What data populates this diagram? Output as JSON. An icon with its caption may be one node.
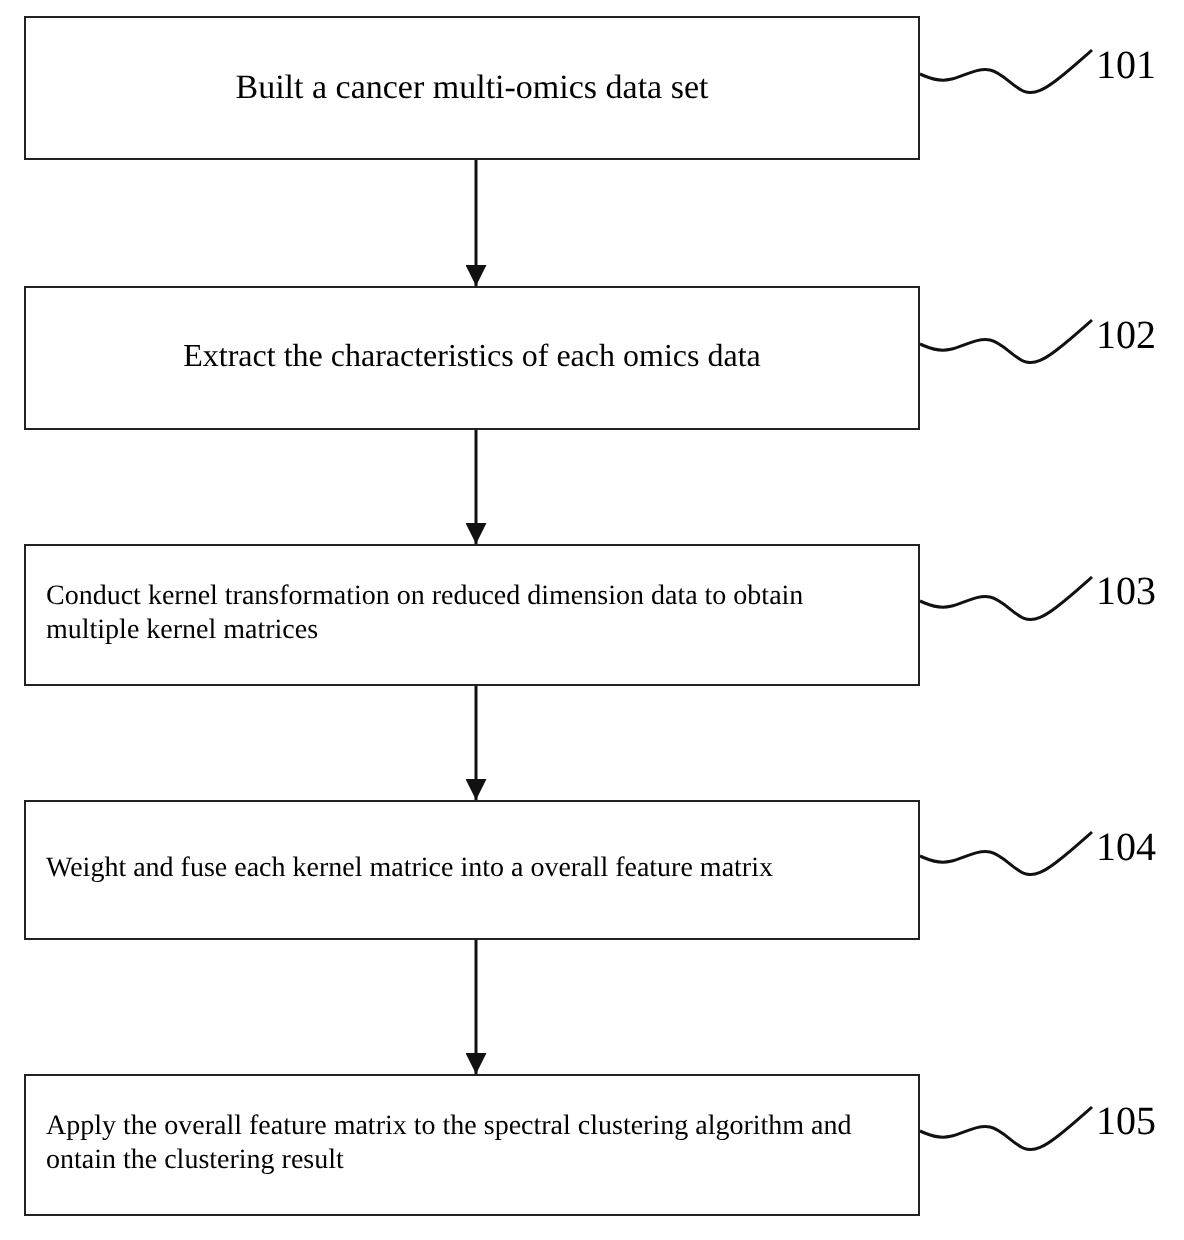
{
  "diagram": {
    "nodes": [
      {
        "text": [
          "Built a cancer multi-omics data set"
        ]
      },
      {
        "text": [
          "101"
        ]
      },
      {
        "text": [
          "Extract the characteristics of each omics data"
        ]
      },
      {
        "text": [
          "102"
        ]
      },
      {
        "text": [
          "Conduct kernel transformation on reduced dimension data to obtain multiple kernel matrices"
        ]
      },
      {
        "text": [
          "103"
        ]
      },
      {
        "text": [
          "Weight and fuse each kernel matrice into a overall feature matrix"
        ]
      },
      {
        "text": [
          "104"
        ]
      },
      {
        "text": [
          "Apply the overall feature matrix to the spectral clustering algorithm and ontain the clustering result"
        ]
      },
      {
        "text": [
          "105"
        ]
      }
    ],
    "edges": [
      {
        "from": 0,
        "to": 2,
        "arrow": "to"
      },
      {
        "from": 2,
        "to": 4,
        "arrow": "to"
      },
      {
        "from": 4,
        "to": 6,
        "arrow": "to"
      },
      {
        "from": 6,
        "to": 8,
        "arrow": "to"
      },
      {
        "from": 1,
        "to": 0,
        "arrow": "none"
      },
      {
        "from": 3,
        "to": 2,
        "arrow": "none"
      },
      {
        "from": 5,
        "to": 4,
        "arrow": "none"
      },
      {
        "from": 7,
        "to": 6,
        "arrow": "none"
      },
      {
        "from": 9,
        "to": 8,
        "arrow": "none"
      }
    ]
  }
}
